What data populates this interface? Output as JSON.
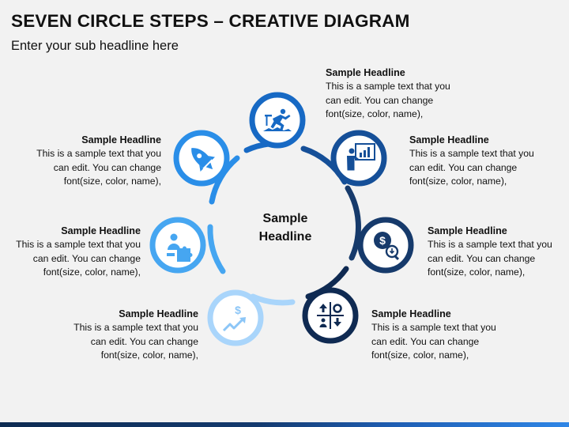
{
  "title": "SEVEN CIRCLE STEPS – CREATIVE DIAGRAM",
  "subtitle": "Enter your sub headline here",
  "center": {
    "line1": "Sample",
    "line2": "Headline"
  },
  "steps": [
    {
      "headline": "Sample Headline",
      "line1": "This is a sample text that you",
      "line2": "can edit. You can change",
      "line3": "font(size, color, name),",
      "icon": "running-hurdle-icon",
      "color": "#1769c4"
    },
    {
      "headline": "Sample Headline",
      "line1": "This is a sample text that you",
      "line2": "can edit. You can change",
      "line3": "font(size, color, name),",
      "icon": "presentation-chart-icon",
      "color": "#154f98"
    },
    {
      "headline": "Sample Headline",
      "line1": "This is a sample text that you",
      "line2": "can edit. You can change",
      "line3": "font(size, color, name),",
      "icon": "dollar-search-icon",
      "color": "#163a6b"
    },
    {
      "headline": "Sample Headline",
      "line1": "This is a sample text that you",
      "line2": "can edit. You can change",
      "line3": "font(size, color, name),",
      "icon": "strategy-grid-icon",
      "color": "#0f2a52"
    },
    {
      "headline": "Sample Headline",
      "line1": "This is a sample text that you",
      "line2": "can edit. You can change",
      "line3": "font(size, color, name),",
      "icon": "dollar-growth-icon",
      "color": "#a9d5fb"
    },
    {
      "headline": "Sample Headline",
      "line1": "This is a sample text that you",
      "line2": "can edit. You can change",
      "line3": "font(size, color, name),",
      "icon": "person-puzzle-icon",
      "color": "#46a6f1"
    },
    {
      "headline": "Sample Headline",
      "line1": "This is a sample text that you",
      "line2": "can edit. You can change",
      "line3": "font(size, color, name),",
      "icon": "rocket-icon",
      "color": "#2a8ee8"
    }
  ]
}
